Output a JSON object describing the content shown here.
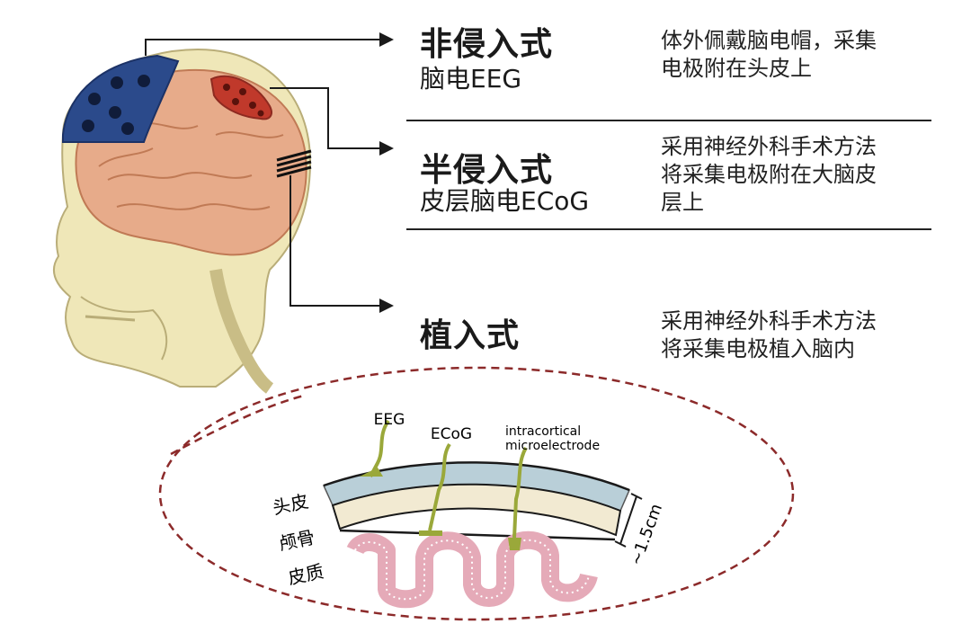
{
  "methods": [
    {
      "title": "非侵入式",
      "subtitle": "脑电EEG",
      "desc": [
        "体外佩戴脑电帽，采集",
        "电极附在头皮上"
      ]
    },
    {
      "title": "半侵入式",
      "subtitle": "皮层脑电ECoG",
      "desc": [
        "采用神经外科手术方法",
        "将采集电极附在大脑皮",
        "层上"
      ]
    },
    {
      "title": "植入式",
      "subtitle": "",
      "desc": [
        "采用神经外科手术方法",
        "将采集电极植入脑内"
      ]
    }
  ],
  "inset": {
    "electrodes": [
      "EEG",
      "ECoG",
      "intracortical",
      "microelectrode"
    ],
    "layers": [
      "头皮",
      "颅骨",
      "皮质"
    ],
    "depth": "~1.5cm"
  }
}
